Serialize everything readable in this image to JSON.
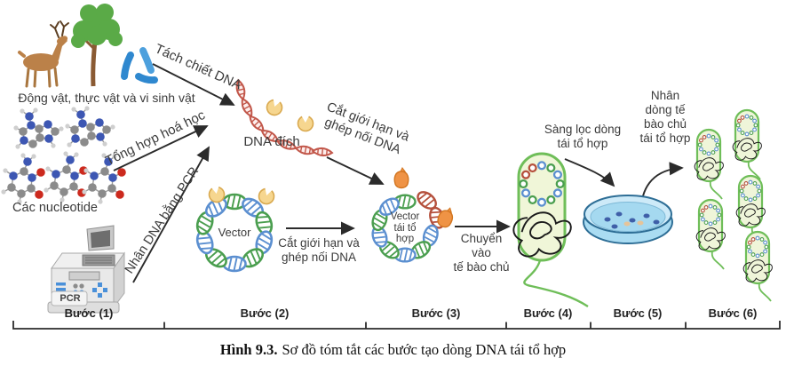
{
  "colors": {
    "label": "#3b3b3b",
    "arrow": "#2b2b2b",
    "dna_red": "#c2574a",
    "plasmid_green": "#4a9e4f",
    "plasmid_blue": "#5b8fd0",
    "insert_red": "#b5503c",
    "cell_fill": "#f0f6d8",
    "cell_stroke": "#6fbe59",
    "dish_fill": "#cdeaf8",
    "dish_stroke": "#2e6e96",
    "enzyme_yellow": "#f6d68f",
    "enzyme_orange": "#ef9345",
    "bacteria_blue": "#2f88cf",
    "deer_brown": "#bb8149",
    "tree_green": "#5aaa47"
  },
  "source_panel": {
    "organisms_label": "Động vật, thực vật và vi sinh vật",
    "nucleotides_label": "Các nucleotide",
    "pcr_machine_label": "PCR"
  },
  "process_labels": {
    "extract_dna": "Tách chiết DNA",
    "chemical_synthesis": "Tổng hợp hoá học",
    "pcr_amplification": "Nhân DNA bằng PCR",
    "cut_ligate_top": "Cắt giới hạn và\nghép nối DNA",
    "cut_ligate_bottom": "Cắt giới hạn và\nghép nối DNA",
    "transfer_to_host": "Chuyển\nvào\ntế bào chủ",
    "screen_clones": "Sàng lọc dòng\ntái tổ hợp",
    "clone_host_cells": "Nhân\ndòng tế\nbào chủ\ntái tổ hợp"
  },
  "structures": {
    "dna_target": "DNA đích",
    "vector": "Vector",
    "recombinant_vector": "Vector\ntái tổ\nhợp"
  },
  "steps": [
    {
      "label": "Bước (1)"
    },
    {
      "label": "Bước (2)"
    },
    {
      "label": "Bước (3)"
    },
    {
      "label": "Bước (4)"
    },
    {
      "label": "Bước (5)"
    },
    {
      "label": "Bước (6)"
    }
  ],
  "caption": {
    "figure": "Hình 9.3.",
    "text": "Sơ đồ tóm tắt các bước tạo dòng DNA tái tổ hợp"
  }
}
